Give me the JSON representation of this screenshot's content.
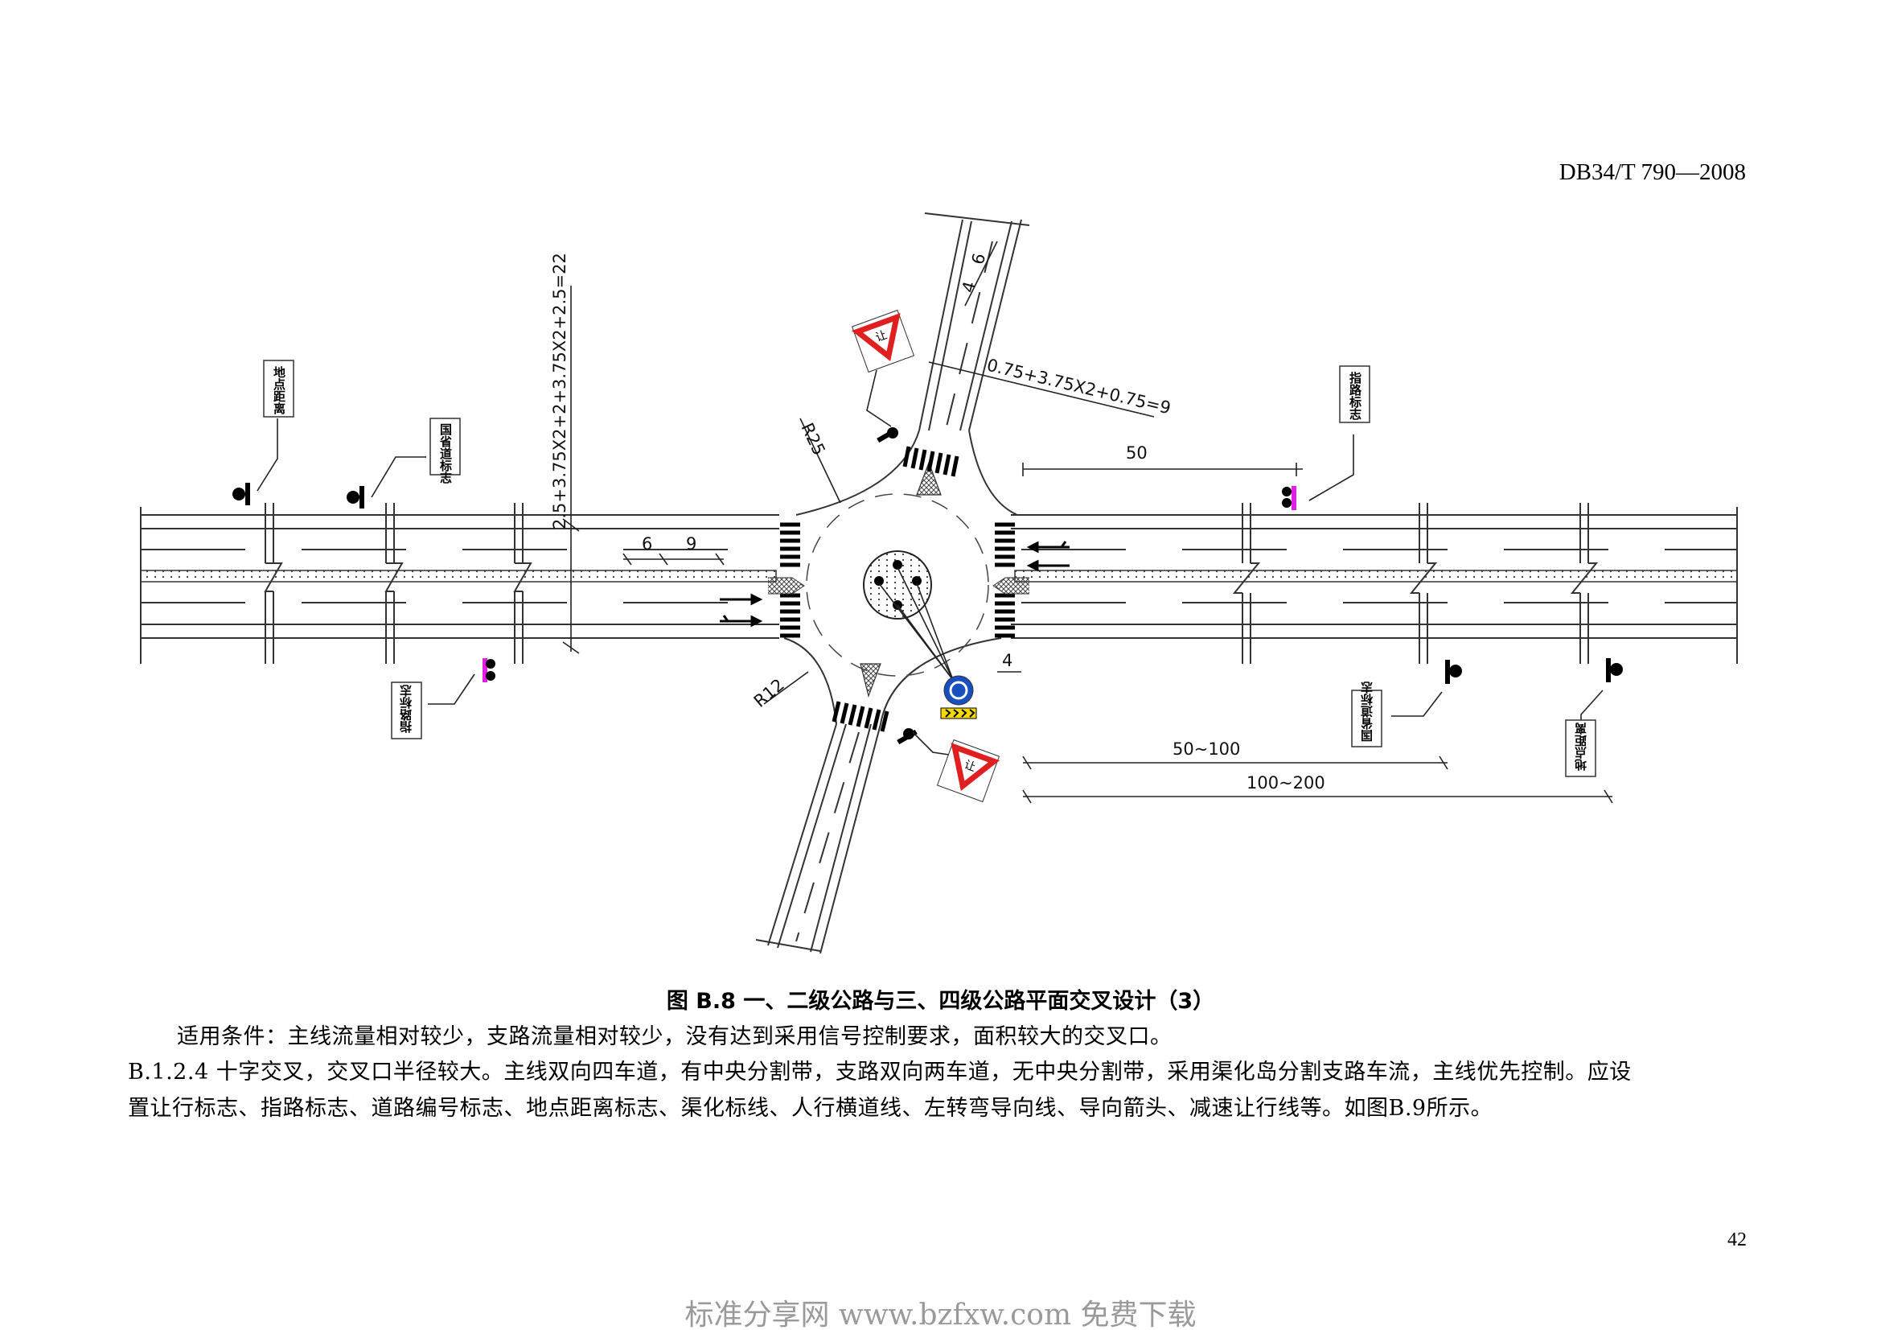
{
  "header": {
    "standard_code": "DB34/T 790—2008"
  },
  "figure": {
    "dimensions": {
      "main_width": "2.5+3.75X2+2+3.75X2+2.5=22",
      "minor_width": "0.75+3.75X2+0.75=9",
      "dist_50": "50",
      "dash_6": "6",
      "gap_9": "9",
      "offset_4": "4",
      "minor_4": "4",
      "minor_6": "6",
      "dist_50_100": "50~100",
      "dist_100_200": "100~200",
      "radius_large": "R25",
      "radius_small": "R12"
    },
    "sign_labels": {
      "distance_left": "地点距离",
      "route_number_left": "国省道标志",
      "guide_right": "指路标志",
      "guide_left": "指路标志",
      "route_number_right": "国省道标志",
      "distance_right": "地点距离"
    },
    "yield_sign_text": "让",
    "colors": {
      "guide_sign": "#e020e0",
      "yield_red": "#e02020",
      "roundabout_blue": "#1a4fc0",
      "chevron_yellow": "#f5d800"
    }
  },
  "caption": "图  B.8   一、二级公路与三、四级公路平面交叉设计（3）",
  "body": {
    "condition": "适用条件：主线流量相对较少，支路流量相对较少，没有达到采用信号控制要求，面积较大的交叉口。",
    "clause_line1": "B.1.2.4  十字交叉，交叉口半径较大。主线双向四车道，有中央分割带，支路双向两车道，无中央分割带，采用渠化岛分割支路车流，主线优先控制。应设",
    "clause_line2": "置让行标志、指路标志、道路编号标志、地点距离标志、渠化标线、人行横道线、左转弯导向线、导向箭头、减速让行线等。如图B.9所示。"
  },
  "page_number": "42",
  "watermark": "标准分享网 www.bzfxw.com 免费下载"
}
